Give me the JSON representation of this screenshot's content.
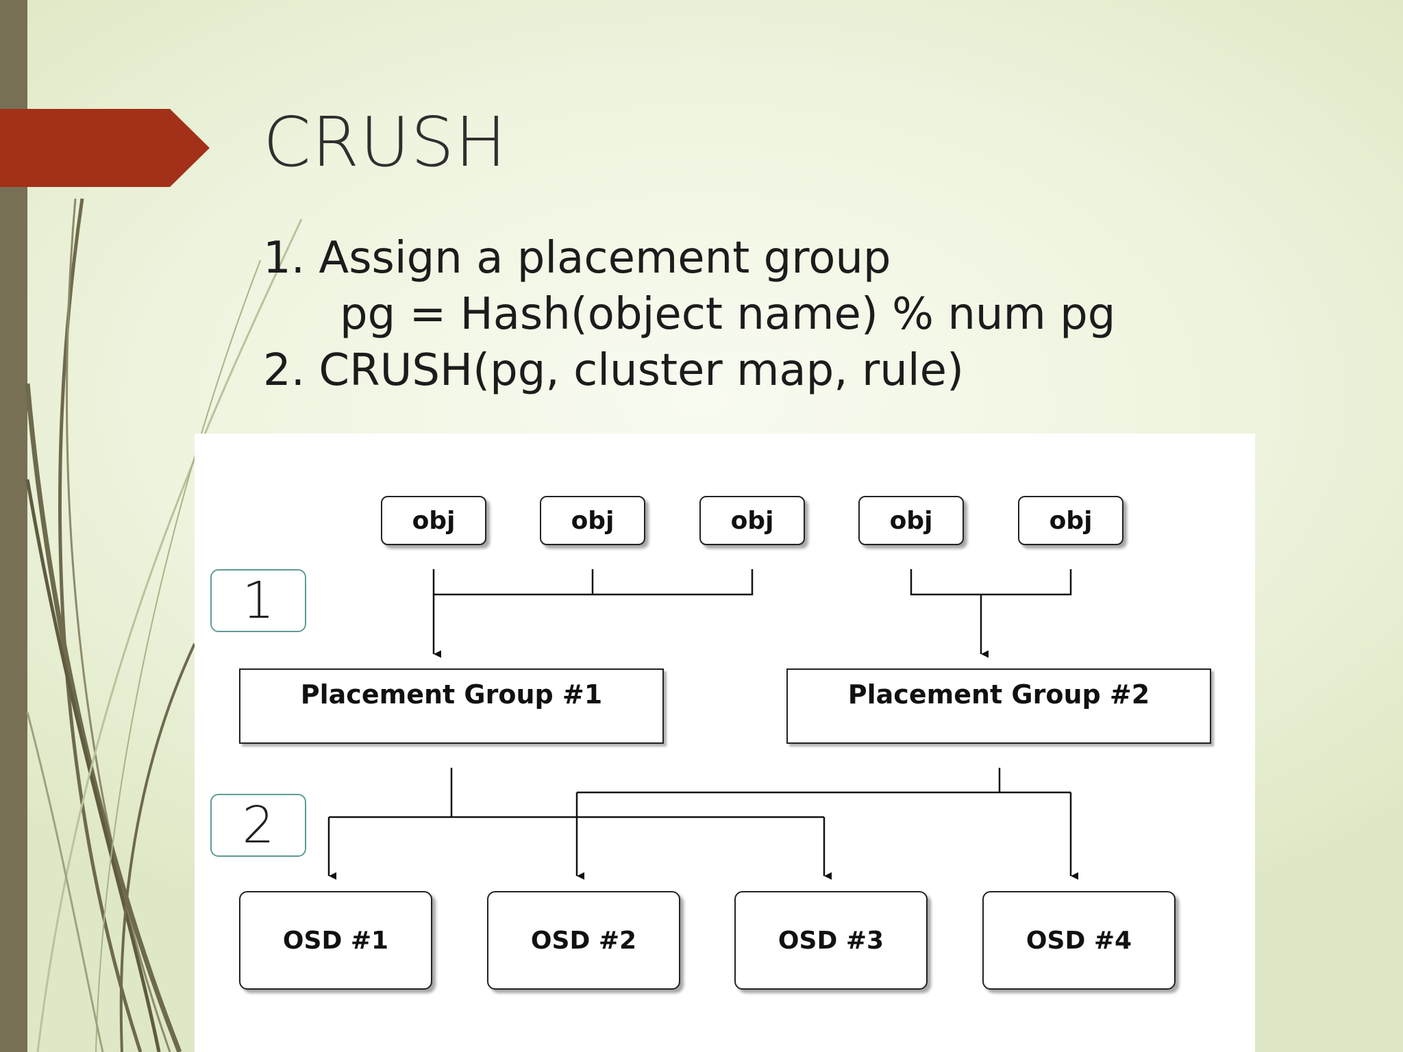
{
  "slide": {
    "title": "CRUSH",
    "lines": [
      "1. Assign a placement group",
      "pg = Hash(object name) % num pg",
      "2. CRUSH(pg, cluster map, rule)"
    ]
  },
  "diagram": {
    "objects": [
      "obj",
      "obj",
      "obj",
      "obj",
      "obj"
    ],
    "placement_groups": [
      "Placement Group #1",
      "Placement Group #2"
    ],
    "osds": [
      "OSD #1",
      "OSD #2",
      "OSD #3",
      "OSD #4"
    ],
    "steps": [
      "1",
      "2"
    ]
  },
  "colors": {
    "accent_arrow": "#a33018",
    "sidebar": "#777055",
    "step_border": "#5e9b94"
  }
}
